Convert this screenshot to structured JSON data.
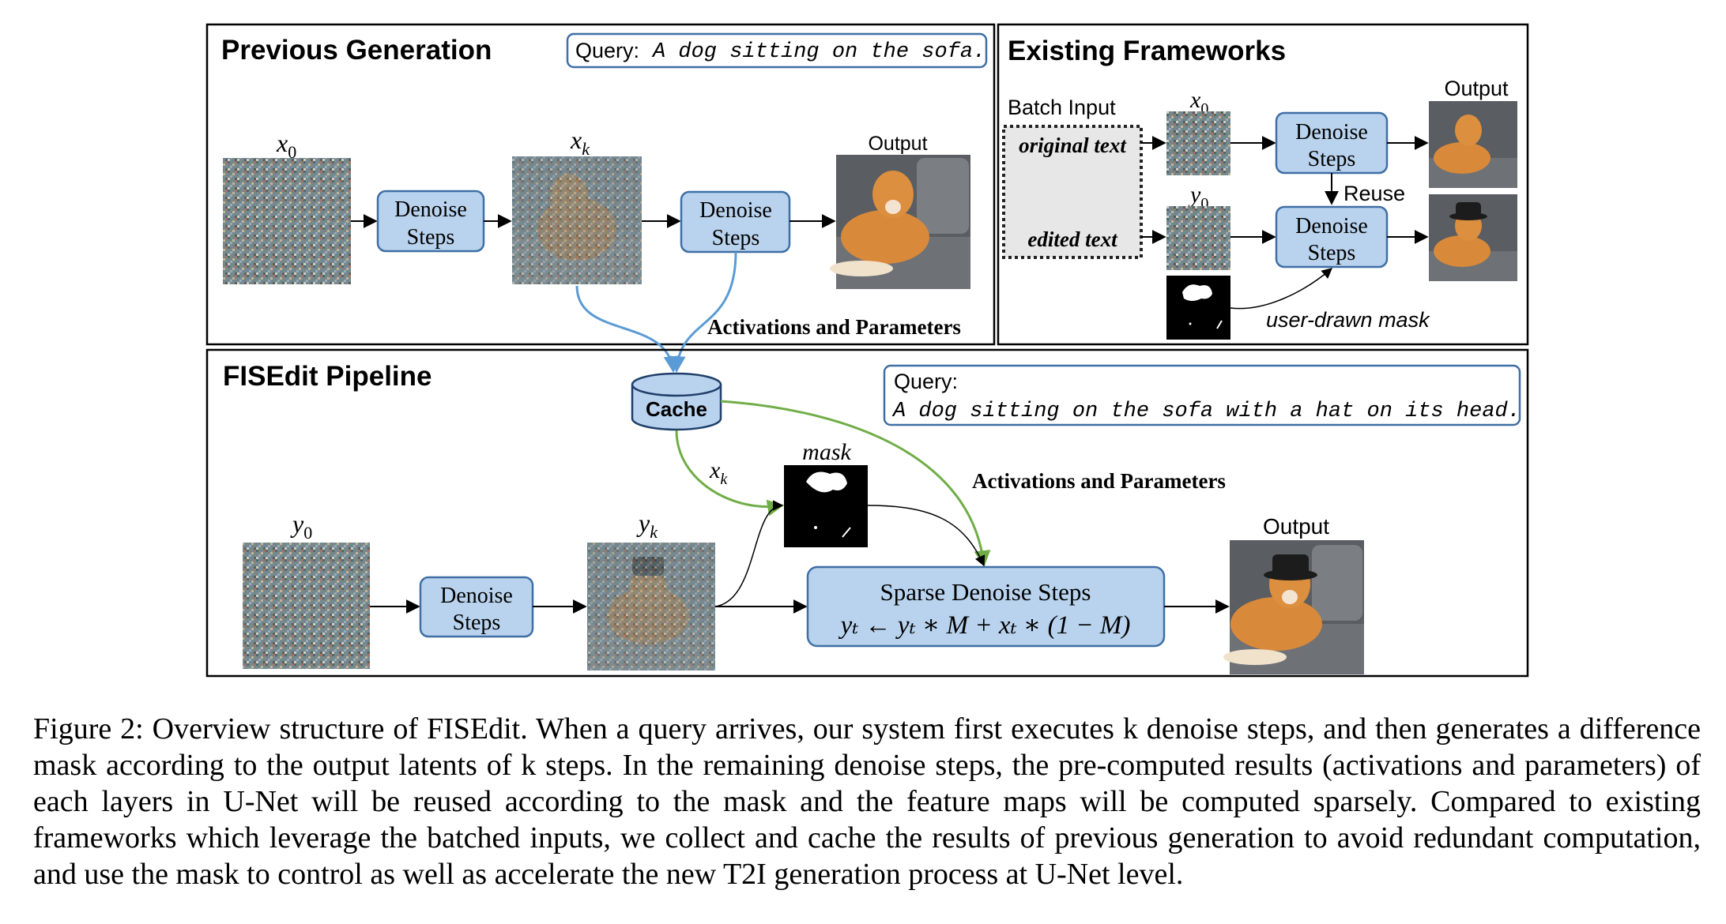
{
  "panels": {
    "previous": {
      "title": "Previous Generation",
      "query_label": "Query:",
      "query_text": "A dog sitting on the sofa.",
      "x0": "x",
      "x0_sub": "0",
      "xk": "x",
      "xk_sub": "k",
      "denoise_1a": "Denoise",
      "denoise_1b": "Steps",
      "denoise_2a": "Denoise",
      "denoise_2b": "Steps",
      "output": "Output",
      "activations": "Activations and Parameters"
    },
    "existing": {
      "title": "Existing Frameworks",
      "batch_input": "Batch Input",
      "original_text": "original text",
      "edited_text": "edited text",
      "x0": "x",
      "x0_sub": "0",
      "y0": "y",
      "y0_sub": "0",
      "denoise_1a": "Denoise",
      "denoise_1b": "Steps",
      "denoise_2a": "Denoise",
      "denoise_2b": "Steps",
      "output": "Output",
      "reuse": "Reuse",
      "mask_label": "user-drawn mask"
    },
    "fisedit": {
      "title": "FISEdit Pipeline",
      "cache": "Cache",
      "query_label": "Query:",
      "query_text": "A dog sitting on the sofa with a hat on its head.",
      "xk": "x",
      "xk_sub": "k",
      "mask": "mask",
      "activations": "Activations and Parameters",
      "y0": "y",
      "y0_sub": "0",
      "yk": "y",
      "yk_sub": "k",
      "denoise_a": "Denoise",
      "denoise_b": "Steps",
      "sparse_title": "Sparse Denoise Steps",
      "sparse_formula": "yₜ ← yₜ ∗ M + xₜ ∗ (1 − M)",
      "output": "Output"
    }
  },
  "caption": "Figure 2: Overview structure of FISEdit. When a query arrives, our system first executes k denoise steps, and then generates a difference mask according to the output latents of k steps. In the remaining denoise steps, the pre-computed results (activations and parameters) of each layers in U-Net will be reused according to the mask and the feature maps will be computed sparsely. Compared to existing frameworks which leverage the batched inputs, we collect and cache the results of previous generation to avoid redundant computation, and use the mask to control as well as accelerate the new T2I generation process at U-Net level.",
  "colors": {
    "box_fill": "#b9d3ee",
    "box_stroke": "#3f6fa5",
    "blue_arrow": "#5b9bd5",
    "green_arrow": "#70ad47",
    "sofa": "#6e7176",
    "dog": "#d9893a"
  },
  "icons": [
    "noise-image",
    "dog-image",
    "mask-image",
    "cache-cylinder"
  ]
}
